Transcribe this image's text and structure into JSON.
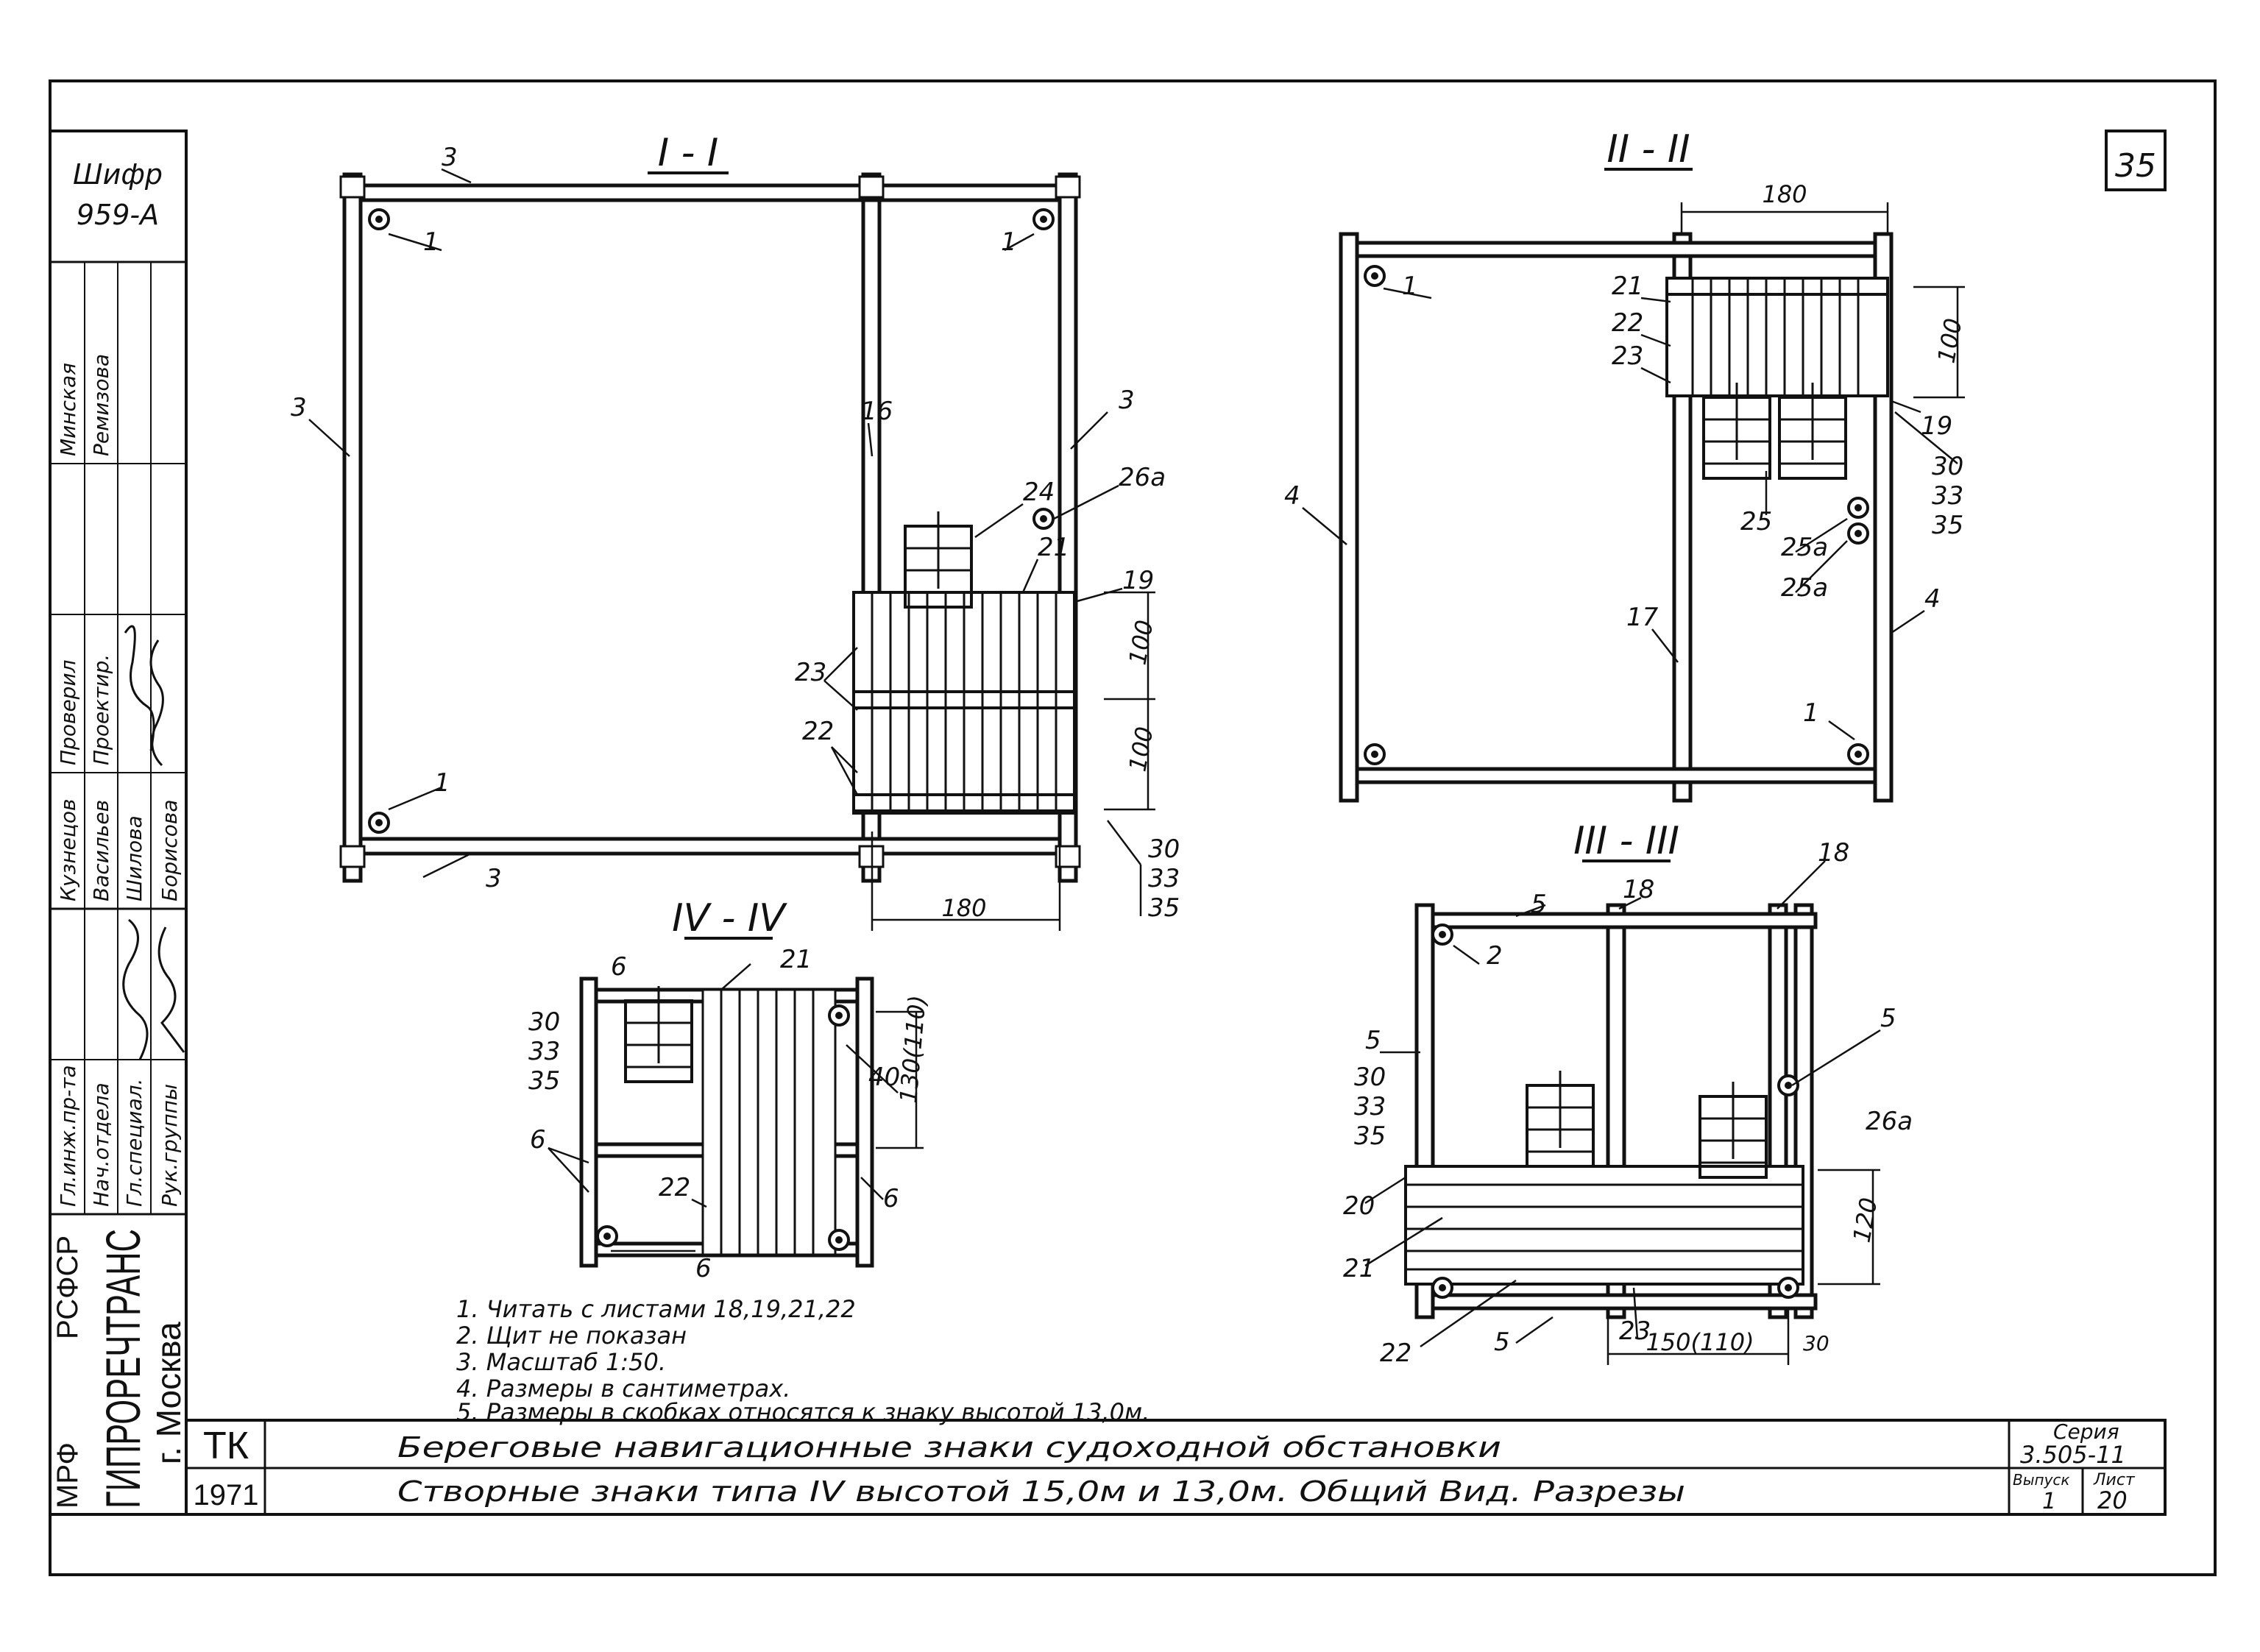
{
  "sheet_number": "35",
  "cipher": {
    "label": "Шифр",
    "value": "959-А"
  },
  "stamp_left": {
    "org_top": "МРФ",
    "org_republic": "РСФСР",
    "org_name": "ГИПРОРЕЧТРАНС",
    "city": "г. Москва",
    "roles": [
      "Гл.инж.пр-та",
      "Нач.отдела",
      "Гл.специал.",
      "Рук.группы",
      "Проверил",
      "Проектир."
    ],
    "names": [
      "Кузнецов",
      "Васильев",
      "Шилова",
      "Борисова",
      "Минская",
      "Ремизова"
    ]
  },
  "notes": [
    "1. Читать   с листами 18,19,21,22",
    "2. Щит не показан",
    "3. Масштаб  1:50.",
    "4. Размеры в сантиметрах.",
    "5. Размеры в скобках относятся к знаку высотой 13,0м."
  ],
  "title_block": {
    "code": "ТК",
    "year": "1971",
    "title_line1": "Береговые навигационные знаки судоходной обстановки",
    "title_line2": "Створные знаки типа IV высотой 15,0м и 13,0м. Общий Вид. Разрезы",
    "series_label": "Серия",
    "series_value": "3.505-11",
    "issue_label": "Выпуск",
    "issue_value": "1",
    "sheet_label": "Лист",
    "sheet_value": "20"
  },
  "views": {
    "s1": {
      "title": "I - I",
      "callouts": [
        "3",
        "3",
        "3",
        "1",
        "1",
        "1",
        "16",
        "3",
        "24",
        "21",
        "19",
        "26а",
        "23",
        "22",
        "30",
        "33",
        "35"
      ],
      "dims": [
        "100",
        "100",
        "180"
      ]
    },
    "s2": {
      "title": "II - II",
      "callouts": [
        "21",
        "22",
        "23",
        "1",
        "19",
        "30",
        "33",
        "35",
        "25",
        "25а",
        "25а",
        "4",
        "17",
        "4",
        "1"
      ],
      "dims": [
        "180",
        "100"
      ]
    },
    "s3": {
      "title": "III - III",
      "callouts": [
        "5",
        "18",
        "18",
        "2",
        "5",
        "5",
        "30",
        "33",
        "35",
        "26а",
        "20",
        "21",
        "22",
        "5",
        "23"
      ],
      "dims": [
        "120",
        "150(110)",
        "30"
      ]
    },
    "s4": {
      "title": "IV - IV",
      "callouts": [
        "6",
        "21",
        "30",
        "33",
        "35",
        "40",
        "6",
        "22",
        "6",
        "6"
      ],
      "dims": [
        "130(110)"
      ]
    }
  }
}
